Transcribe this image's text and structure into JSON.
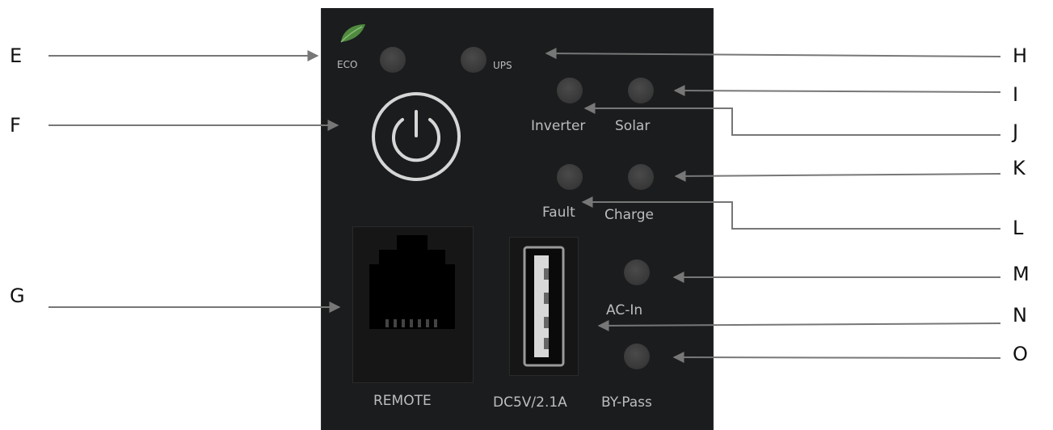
{
  "panel_labels": {
    "eco": "ECO",
    "ups": "UPS",
    "inverter": "Inverter",
    "solar": "Solar",
    "fault": "Fault",
    "charge": "Charge",
    "ac_in": "AC-In",
    "remote": "REMOTE",
    "usb": "DC5V/2.1A",
    "bypass": "BY-Pass"
  },
  "callouts": {
    "E": "E",
    "F": "F",
    "G": "G",
    "H": "H",
    "I": "I",
    "J": "J",
    "K": "K",
    "L": "L",
    "M": "M",
    "N": "N",
    "O": "O"
  },
  "colors": {
    "panel": "#1b1c1e",
    "label": "#bdbdbd",
    "leaf": "#4f8a3f",
    "callout_line": "#777777"
  }
}
